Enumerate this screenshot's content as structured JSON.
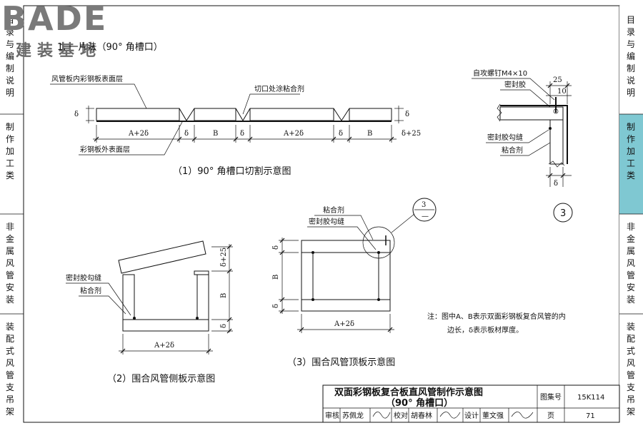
{
  "logo": {
    "brand": "BADE",
    "subtitle": "建装基地"
  },
  "section_heading": "1. 一片法（90° 角槽口）",
  "sidebar": {
    "items": [
      {
        "label": "目录与编制说明",
        "active": false
      },
      {
        "label": "制作加工类",
        "active": true
      },
      {
        "label": "非金属风管安装",
        "active": false
      },
      {
        "label": "装配式风管支吊架",
        "active": false
      }
    ],
    "accent": "#7fc8d2"
  },
  "left_strip": {
    "items": [
      {
        "label": "目录与编制说明"
      },
      {
        "label": "制作加工类"
      },
      {
        "label": "非金属风管安装"
      },
      {
        "label": "装配式风管支吊架"
      }
    ]
  },
  "fig1": {
    "caption": "（1）90° 角槽口切割示意图",
    "label_inner_surface": "风管板内彩钢板表面层",
    "label_cut_glue": "切口处涂粘合剂",
    "label_outer_surface": "彩钢板外表面层",
    "delta": "δ",
    "dims": [
      "A+2δ",
      "δ",
      "B",
      "δ",
      "A+2δ",
      "δ",
      "B",
      "δ+25"
    ]
  },
  "fig2": {
    "caption": "（2）围合风管侧板示意图",
    "label_sealant": "密封胶勾缝",
    "label_glue": "粘合剂",
    "dim_top": "δ+25",
    "dim_mid": "B",
    "dim_bottom": "δ",
    "dim_width": "A+2δ"
  },
  "fig3": {
    "caption": "（3）围合风管顶板示意图",
    "label_glue": "粘合剂",
    "label_sealant": "密封胶勾缝",
    "dim_top": "δ",
    "dim_mid": "B",
    "dim_bottom": "δ",
    "dim_width": "A+2δ",
    "callout_num": "3",
    "callout_sub": "—"
  },
  "detail3": {
    "label_screw": "自攻螺钉M4×10",
    "label_sealant_top": "密封胶",
    "label_sealant_joint": "密封胶勾缝",
    "label_glue": "粘合剂",
    "dim_25": "25",
    "dim_10": "10",
    "dim_delta": "δ",
    "callout": "3"
  },
  "note": {
    "line1": "注：图中A、B表示双面彩钢板复合风管的内",
    "line2": "边长，δ表示板材厚度。"
  },
  "title_block": {
    "title_line1": "双面彩钢板复合板直风管制作示意图",
    "title_line2": "（90° 角槽口）",
    "atlas_label": "图集号",
    "atlas_no": "15K114",
    "page_label": "页",
    "page_no": "71",
    "review_label": "审核",
    "review_name": "苏佩龙",
    "check_label": "校对",
    "check_name": "胡春林",
    "design_label": "设计",
    "design_name": "董文强"
  }
}
